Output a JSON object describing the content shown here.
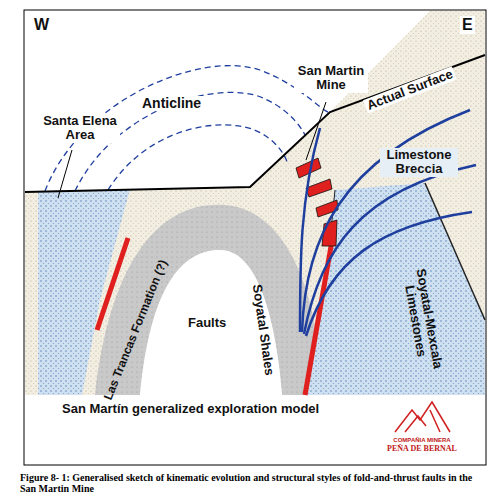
{
  "diagram": {
    "caption": "Figure 8- 1: Generalised sketch of kinematic evolution and structural styles of fold-and-thrust faults in the San Martin Mine",
    "labels": [
      "W",
      "E",
      "Anticline",
      "Santa Elena Area",
      "San Martin Mine",
      "Actual Surface",
      "Limestone Breccia",
      "Faults",
      "Las Trancas Formation (?)",
      "Soyatal Shales",
      "Soyatal-Mexcala Limestones",
      "San Martín generalized exploration model",
      "COMPAÑIA MINERA",
      "PEÑA DE BERNAL"
    ]
  }
}
